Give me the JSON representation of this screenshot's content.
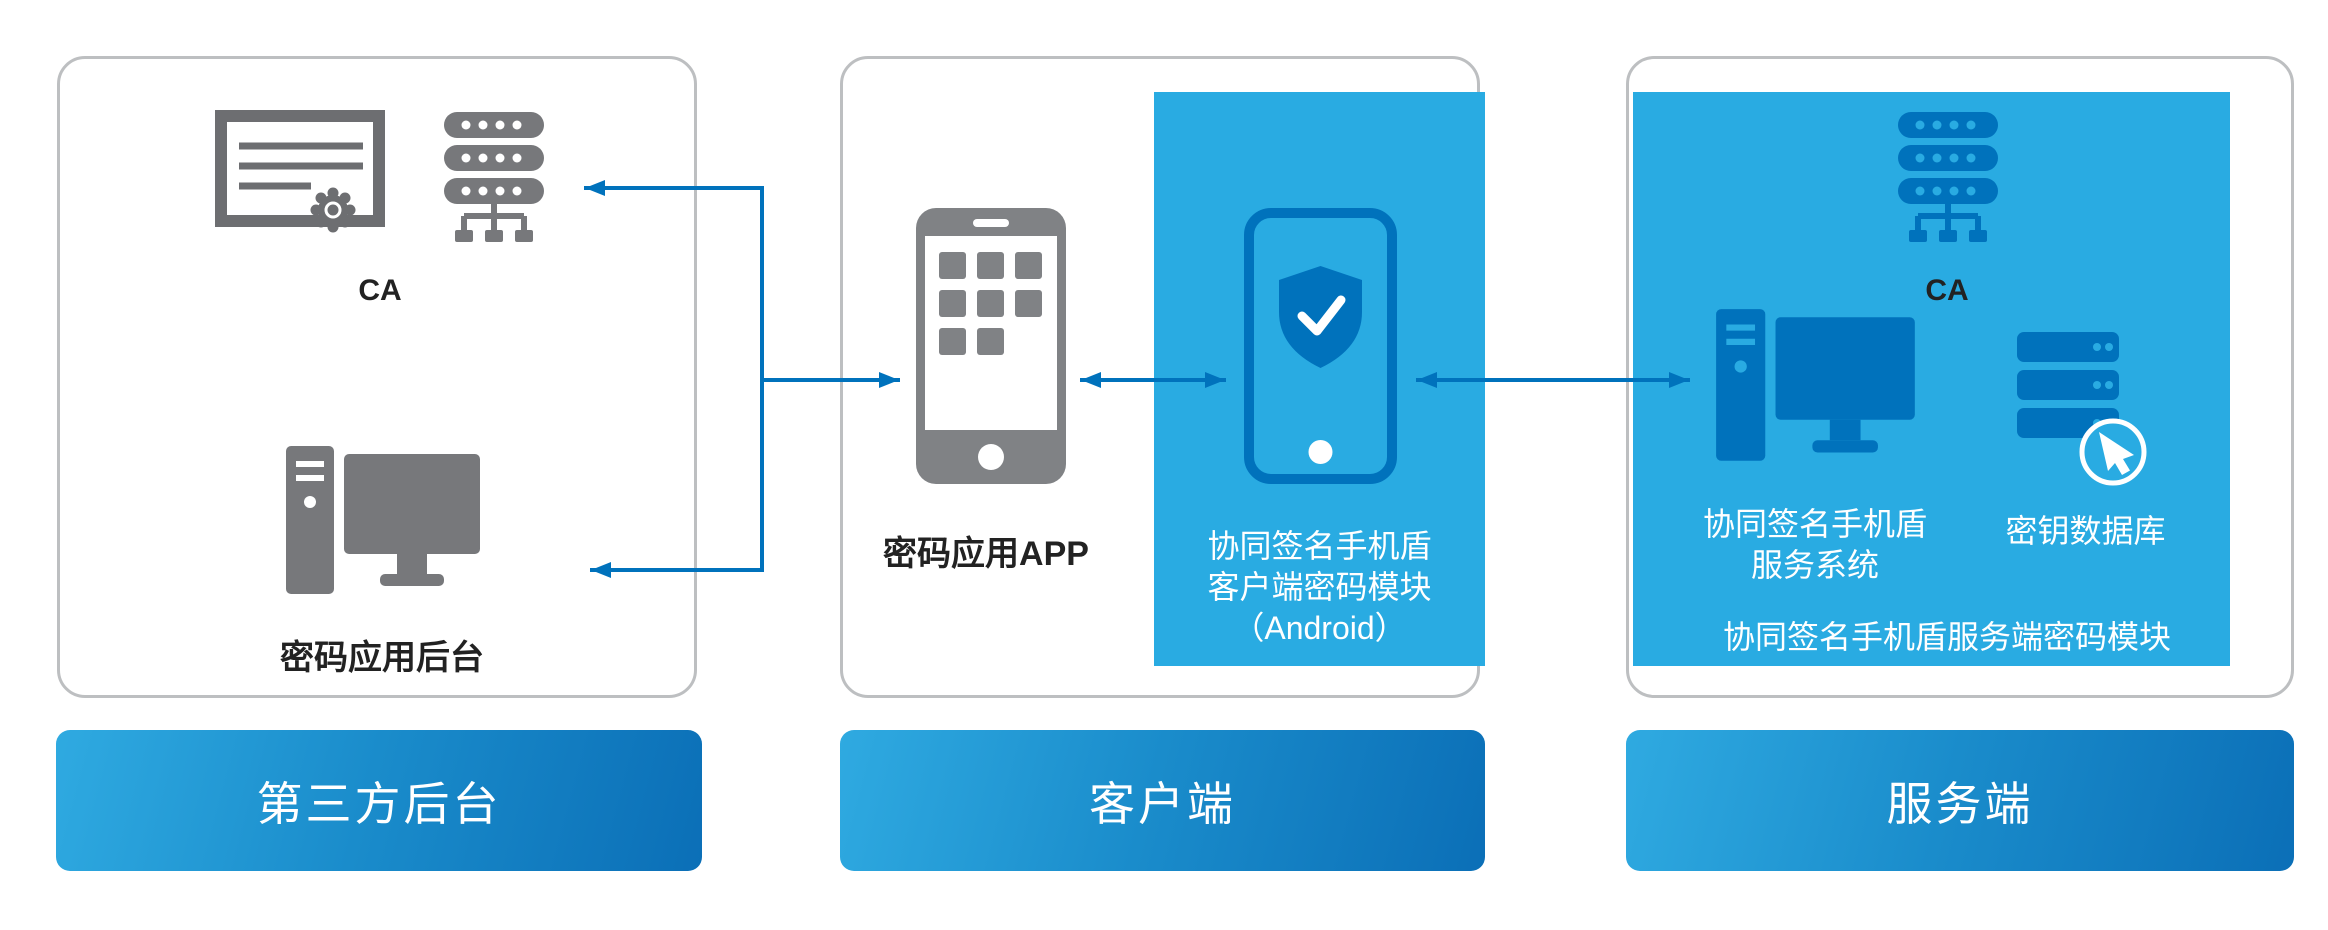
{
  "colors": {
    "panel_blue": "#29ABE2",
    "icon_gray": "#77787B",
    "icon_gray_dark": "#6D6E71",
    "icon_blue": "#0072BC",
    "arrow_blue": "#0072BC",
    "box_border": "#BDBFC1",
    "banner_gradient_start": "#2FAAE1",
    "banner_gradient_end": "#0B6FB7",
    "label_dark": "#222222",
    "label_white": "#FFFFFF"
  },
  "third_party": {
    "banner_label": "第三方后台",
    "ca_label": "CA",
    "backend_label": "密码应用后台",
    "icons": [
      "certificate-icon",
      "server-cluster-icon",
      "workstation-icon"
    ]
  },
  "client": {
    "banner_label": "客户端",
    "app_label": "密码应用APP",
    "module_label_lines": [
      "协同签名手机盾",
      "客户端密码模块",
      "（Android）"
    ],
    "icons": [
      "smartphone-apps-icon",
      "phone-shield-icon"
    ]
  },
  "server": {
    "banner_label": "服务端",
    "ca_label": "CA",
    "system_label_lines": [
      "协同签名手机盾",
      "服务系统"
    ],
    "database_label": "密钥数据库",
    "module_label": "协同签名手机盾服务端密码模块",
    "icons": [
      "server-cluster-icon",
      "workstation-icon",
      "database-cursor-icon"
    ]
  }
}
